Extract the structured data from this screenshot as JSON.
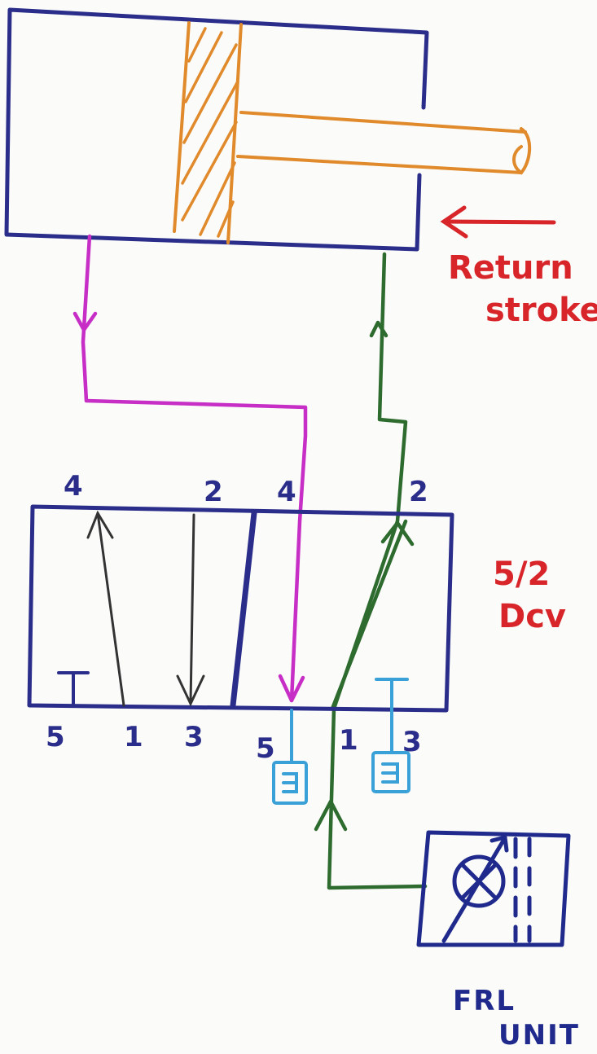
{
  "labels": {
    "return_line1": "Return",
    "return_line2": "stroke",
    "valve_line1": "5/2",
    "valve_line2": "Dcv",
    "frl_line1": "FRL",
    "frl_line2": "UNIT"
  },
  "ports": {
    "left_4": "4",
    "left_2": "2",
    "right_4": "4",
    "right_2": "2",
    "left_5": "5",
    "left_1": "1",
    "left_3": "3",
    "right_5": "5",
    "right_1": "1",
    "right_3": "3"
  },
  "colors": {
    "cylinder": "#2a2d8a",
    "piston": "#e08a2c",
    "valve": "#2a2d8a",
    "pink_line": "#c62ec6",
    "green_line": "#2e6b2e",
    "exhaust": "#3aa0d8",
    "label_red": "#d8252a"
  },
  "icons": {
    "return_arrow": "left-arrow",
    "exhaust_silencer": "silencer-icon",
    "frl_symbol": "gauge-icon"
  }
}
